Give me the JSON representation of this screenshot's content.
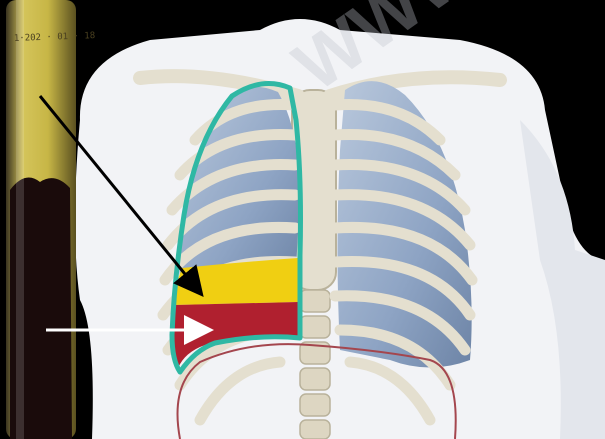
{
  "image": {
    "subject": "hemothorax-diagram",
    "watermark_text": "WWW",
    "tube_label_text": "1·202 · 01 · 18",
    "colors": {
      "background": "#000000",
      "body_silhouette": "#f2f3f6",
      "bone": "#e4dfcf",
      "bone_shadow": "#b9b29b",
      "lung": "#9fb2cd",
      "lung_dark": "#6f86a8",
      "lung_outline": "#2fb8a4",
      "plasma_yellow": "#f0cf12",
      "blood_red": "#b0202f",
      "diaphragm_line": "#a4464e",
      "tube_serum": "#c9b84a",
      "tube_blood": "#1a0b0b",
      "arrow_black": "#000000",
      "arrow_white": "#ffffff"
    },
    "arrows": [
      {
        "name": "serum-to-fluid-layer-arrow",
        "color": "black",
        "points_to": "yellow-fluid-layer"
      },
      {
        "name": "clot-to-blood-layer-arrow",
        "color": "white",
        "points_to": "red-blood-layer"
      }
    ]
  }
}
